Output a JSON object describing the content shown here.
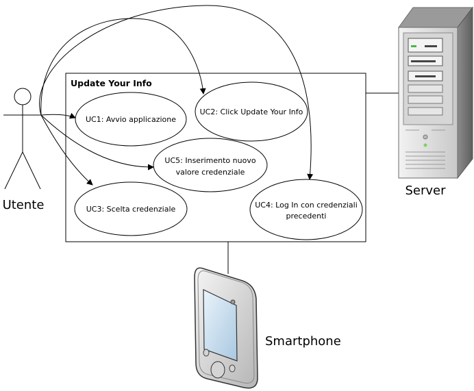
{
  "system": {
    "title": "Update Your Info"
  },
  "actors": {
    "user": "Utente",
    "server": "Server",
    "device": "Smartphone"
  },
  "use_cases": {
    "uc1": "UC1: Avvio applicazione",
    "uc2": "UC2: Click Update Your Info",
    "uc3": "UC3: Scelta credenziale",
    "uc4_line1": "UC4: Log In con credenziali",
    "uc4_line2": "precedenti",
    "uc5_line1": "UC5: Inserimento nuovo",
    "uc5_line2": "valore credenziale"
  }
}
